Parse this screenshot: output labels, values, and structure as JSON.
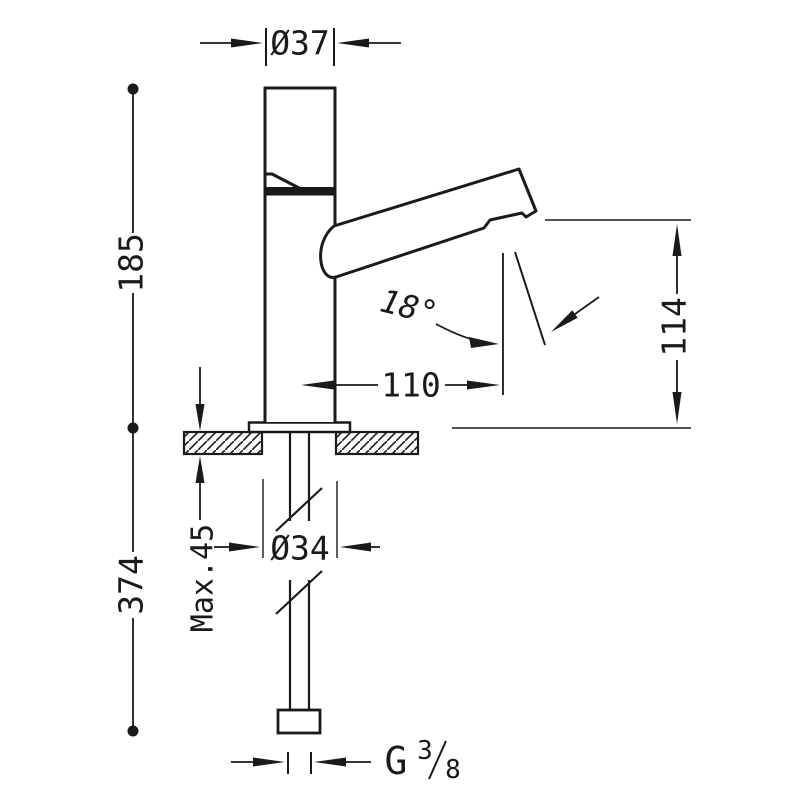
{
  "drawing": {
    "type": "technical-dimension-drawing",
    "subject": "single-lever basin mixer tap, side elevation with installation dimensions"
  },
  "labels": {
    "spout_diameter": "Ø37",
    "body_height": "185",
    "total_depth": "374",
    "deck_thickness_max": "Max.45",
    "hole_diameter": "Ø34",
    "spout_reach": "110",
    "outlet_height": "114",
    "stream_angle": "18°",
    "thread_prefix": "G",
    "thread_numerator": "3",
    "thread_denominator": "8"
  },
  "colors": {
    "line": "#1a1a1a",
    "background": "#ffffff"
  }
}
